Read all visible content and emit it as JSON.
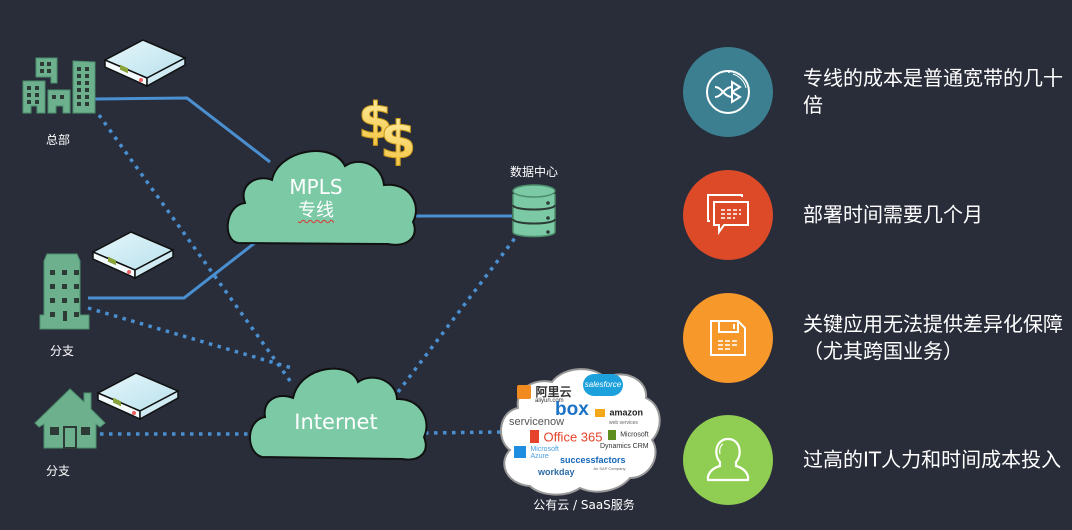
{
  "colors": {
    "background": "#292d3a",
    "cloud_fill": "#7cc9a5",
    "building_fill": "#6cb08d",
    "line_blue": "#4a8fd0",
    "dollar_gold": "#f8d25a"
  },
  "nodes": {
    "headquarters": {
      "label": "总部",
      "icon": "office-buildings-icon"
    },
    "branch_1": {
      "label": "分支",
      "icon": "building-icon"
    },
    "branch_2": {
      "label": "分支",
      "icon": "house-icon"
    },
    "datacenter": {
      "label": "数据中心",
      "icon": "database-icon"
    },
    "mpls_cloud": {
      "line1": "MPLS",
      "line2": "专线"
    },
    "internet_cloud": {
      "label": "Internet"
    },
    "saas_cloud": {
      "label": "公有云 / SaaS服务",
      "logos": [
        {
          "name": "aliyun",
          "text": "阿里云",
          "sub": "aliyun.com"
        },
        {
          "name": "salesforce",
          "text": "salesforce"
        },
        {
          "name": "box",
          "text": "box"
        },
        {
          "name": "amazon",
          "text": "amazon",
          "sub": "web services"
        },
        {
          "name": "servicenow",
          "text": "servicenow"
        },
        {
          "name": "office365",
          "text": "Office 365"
        },
        {
          "name": "dynamics",
          "text": "Microsoft",
          "sub": "Dynamics CRM"
        },
        {
          "name": "azure",
          "text": "Microsoft",
          "sub": "Azure"
        },
        {
          "name": "successfactors",
          "text": "successfactors",
          "sub": "An SAP Company"
        },
        {
          "name": "workday",
          "text": "workday"
        }
      ]
    },
    "cost_icon": "dollar-signs-icon",
    "router_icon": "router-icon"
  },
  "points": [
    {
      "text": "专线的成本是普通宽带的几十倍",
      "icon": "shuffle-icon",
      "color": "#3b7f91"
    },
    {
      "text": "部署时间需要几个月",
      "icon": "chat-bubbles-icon",
      "color": "#dc4a28"
    },
    {
      "text": "关键应用无法提供差异化保障（尤其跨国业务）",
      "icon": "floppy-disk-icon",
      "color": "#f7982a"
    },
    {
      "text": "过高的IT人力和时间成本投入",
      "icon": "user-icon",
      "color": "#8fce52"
    }
  ]
}
